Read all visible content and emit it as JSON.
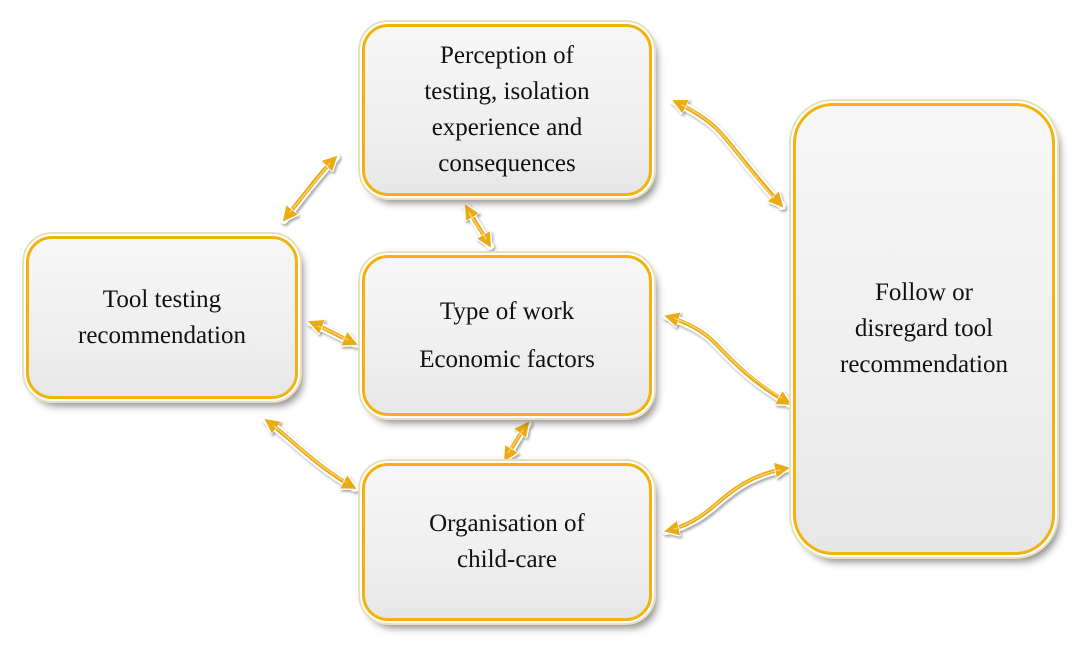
{
  "nodes": {
    "perception": {
      "lines": [
        "Perception of",
        "testing, isolation",
        "experience and",
        "consequences"
      ]
    },
    "tool": {
      "lines": [
        "Tool testing",
        "recommendation"
      ]
    },
    "work": {
      "line1": "Type of work",
      "line2": "Economic factors"
    },
    "child": {
      "lines": [
        "Organisation of",
        "child-care"
      ]
    },
    "follow": {
      "lines": [
        "Follow or",
        "disregard tool",
        "recommendation"
      ]
    }
  },
  "edges": [
    {
      "from": "tool",
      "to": "perception",
      "type": "bidirectional"
    },
    {
      "from": "tool",
      "to": "work",
      "type": "bidirectional"
    },
    {
      "from": "tool",
      "to": "child",
      "type": "bidirectional"
    },
    {
      "from": "perception",
      "to": "work",
      "type": "bidirectional"
    },
    {
      "from": "work",
      "to": "child",
      "type": "bidirectional"
    },
    {
      "from": "perception",
      "to": "follow",
      "type": "bidirectional"
    },
    {
      "from": "work",
      "to": "follow",
      "type": "bidirectional"
    },
    {
      "from": "child",
      "to": "follow",
      "type": "bidirectional"
    }
  ],
  "colors": {
    "border": "#f0b30f",
    "arrow": "#e9ac12",
    "box_fill": "#f2f2f2",
    "text": "#111111"
  }
}
